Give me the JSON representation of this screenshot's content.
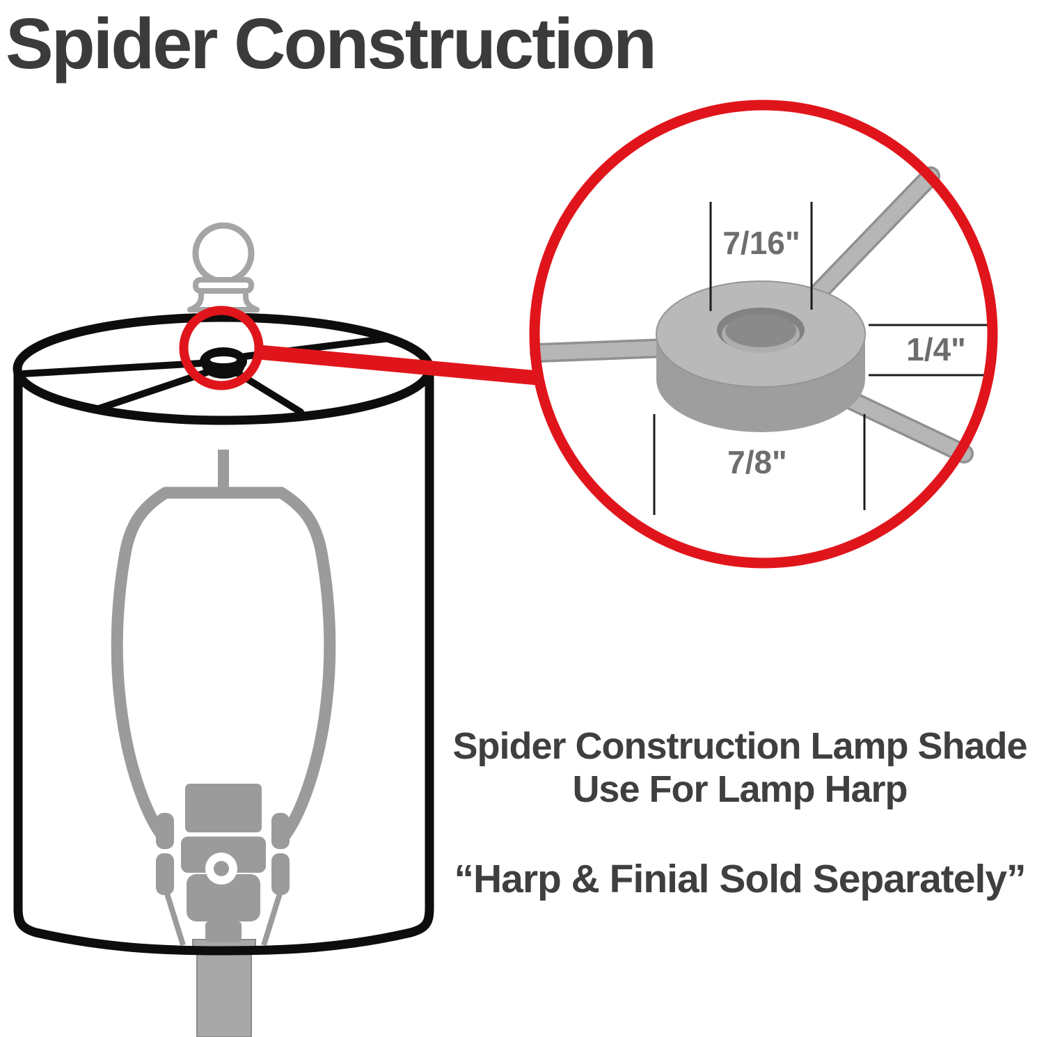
{
  "page": {
    "title": "Spider Construction"
  },
  "diagram": {
    "callout": {
      "measurements": {
        "inner_diameter": "7/16\"",
        "edge_thickness": "1/4\"",
        "outer_diameter": "7/8\""
      }
    },
    "caption": {
      "line1": "Spider Construction Lamp Shade",
      "line2": "Use For Lamp Harp",
      "note": "“Harp & Finial Sold Separately”"
    },
    "colors": {
      "accent_red": "#e0151b",
      "line_black": "#0d0d0d",
      "hardware_gray": "#9b9b9b",
      "render_gray": "#b6b6b6",
      "title_text": "#3b3b3b",
      "measure_text": "#6d6d6d"
    }
  }
}
